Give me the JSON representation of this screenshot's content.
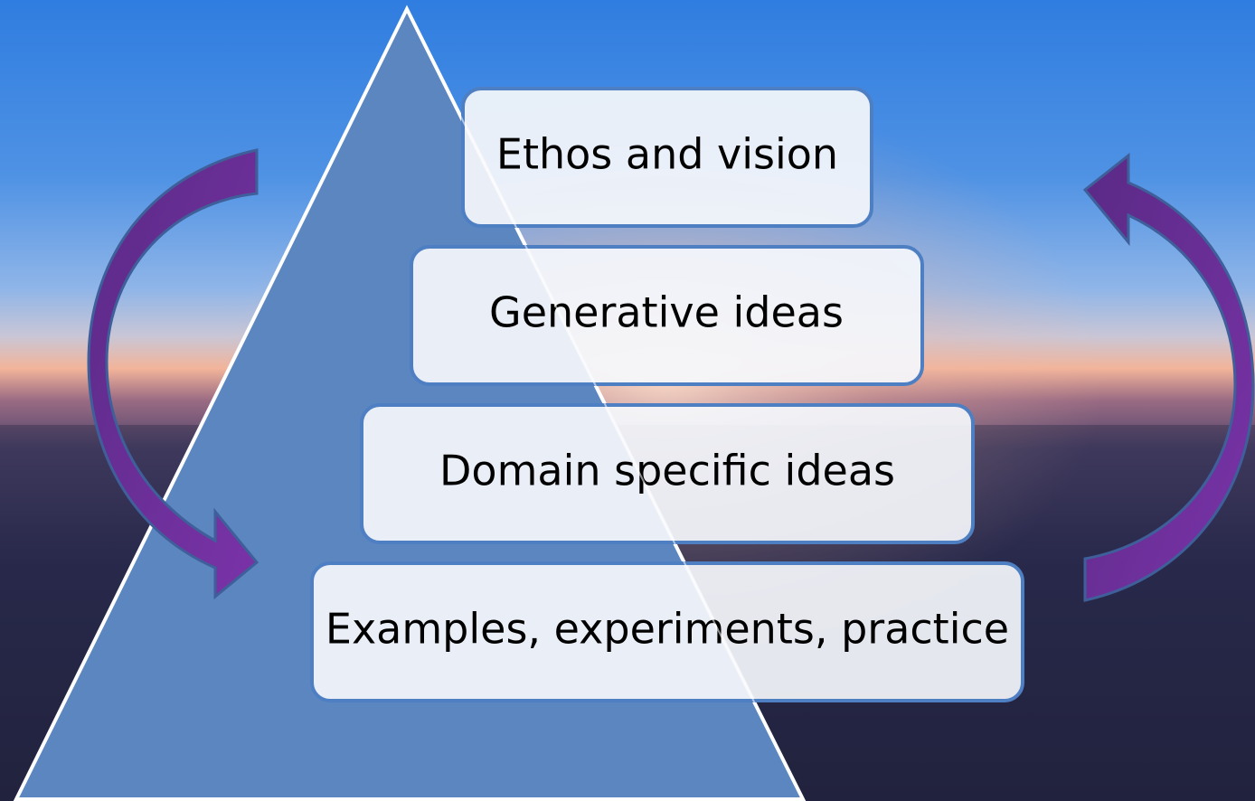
{
  "diagram": {
    "levels": [
      {
        "label": "Ethos and vision"
      },
      {
        "label": "Generative ideas"
      },
      {
        "label": "Domain specific ideas"
      },
      {
        "label": "Examples, experiments, practice"
      }
    ],
    "left_arrow_direction": "down",
    "right_arrow_direction": "up"
  },
  "colors": {
    "pyramid_fill": "#5b86c0",
    "pyramid_stroke": "#ffffff",
    "box_fill": "#f4f6fb",
    "box_stroke": "#4f7fc3",
    "arrow_fill": "#6a2c96",
    "arrow_stroke": "#3f5f9a",
    "sky_top": "#2f7de0",
    "horizon_glow": "#f2b49a",
    "ground": "#2a2b4c"
  }
}
